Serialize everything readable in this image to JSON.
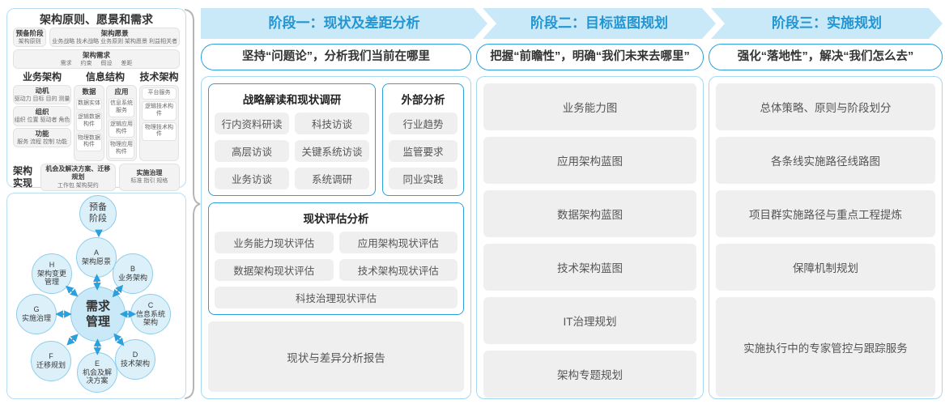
{
  "colors": {
    "band_bg": "#c9e8f8",
    "accent_blue": "#2196d3",
    "border_blue": "#2ba0dc",
    "panel_border": "#b9ddf0",
    "item_gray": "#efefef",
    "circle_fill": "#dcf0fa",
    "circle_border": "#8ecdec"
  },
  "adm_panel": {
    "title": "架构原则、愿景和需求",
    "prep_stage": {
      "title": "预备阶段",
      "sub": "架构原则"
    },
    "vision": {
      "title": "架构愿景",
      "sub": "业务战略 技术战略 业务原则 架构愿景 利益相关者"
    },
    "requirements": {
      "title": "架构需求",
      "sub": "需求 约束 假设 差距"
    },
    "business_arch": {
      "title": "业务架构",
      "motivation": {
        "title": "动机",
        "sub": "驱动力 目标 目的 测量"
      },
      "organization": {
        "title": "组织",
        "sub": "组织 位置 驱动者 角色"
      },
      "function": {
        "title": "功能",
        "sub": "服务 流程 控制 功能"
      }
    },
    "info_structure": {
      "title": "信息结构",
      "data": {
        "title": "数据",
        "items": [
          "数据实体",
          "逻辑数据构件",
          "物理数据构件"
        ]
      },
      "application": {
        "title": "应用",
        "items": [
          "信息系统服务",
          "逻辑应用构件",
          "物理应用构件"
        ]
      }
    },
    "tech_arch": {
      "title": "技术架构",
      "items": [
        "平台服务",
        "逻辑技术构件",
        "物理技术构件"
      ]
    },
    "realization": {
      "label": "架构实现",
      "opportunity": {
        "title": "机会及解决方案、迁移规划",
        "sub": "工作包 架构契约"
      },
      "governance": {
        "title": "实施治理",
        "sub": "标准 指引 规格"
      }
    }
  },
  "adm_cycle": {
    "prep": "预备阶段",
    "center": "需求管理",
    "nodes": [
      {
        "key": "A",
        "label": "架构愿景"
      },
      {
        "key": "B",
        "label": "业务架构"
      },
      {
        "key": "C",
        "label": "信息系统架构"
      },
      {
        "key": "D",
        "label": "技术架构"
      },
      {
        "key": "E",
        "label": "机会及解决方案"
      },
      {
        "key": "F",
        "label": "迁移规划"
      },
      {
        "key": "G",
        "label": "实施治理"
      },
      {
        "key": "H",
        "label": "架构变更管理"
      }
    ]
  },
  "phases": [
    {
      "header": "阶段一：现状及差距分析",
      "subtitle": "坚持“问题论”，分析我们当前在哪里",
      "groups": [
        {
          "title": "战略解读和现状调研",
          "items": [
            "行内资料研读",
            "科技访谈",
            "高层访谈",
            "关键系统访谈",
            "业务访谈",
            "系统调研"
          ]
        },
        {
          "title": "外部分析",
          "items": [
            "行业趋势",
            "监管要求",
            "同业实践"
          ]
        },
        {
          "title": "现状评估分析",
          "items": [
            "业务能力现状评估",
            "应用架构现状评估",
            "数据架构现状评估",
            "技术架构现状评估",
            "科技治理现状评估"
          ]
        }
      ],
      "report": "现状与差异分析报告"
    },
    {
      "header": "阶段二：目标蓝图规划",
      "subtitle": "把握“前瞻性”，明确“我们未来去哪里”",
      "items": [
        "业务能力图",
        "应用架构蓝图",
        "数据架构蓝图",
        "技术架构蓝图",
        "IT治理规划",
        "架构专题规划"
      ]
    },
    {
      "header": "阶段三：实施规划",
      "subtitle": "强化“落地性”，解决“我们怎么去”",
      "items": [
        "总体策略、原则与阶段划分",
        "各条线实施路径线路图",
        "项目群实施路径与重点工程提炼",
        "保障机制规划",
        "实施执行中的专家管控与跟踪服务"
      ]
    }
  ]
}
